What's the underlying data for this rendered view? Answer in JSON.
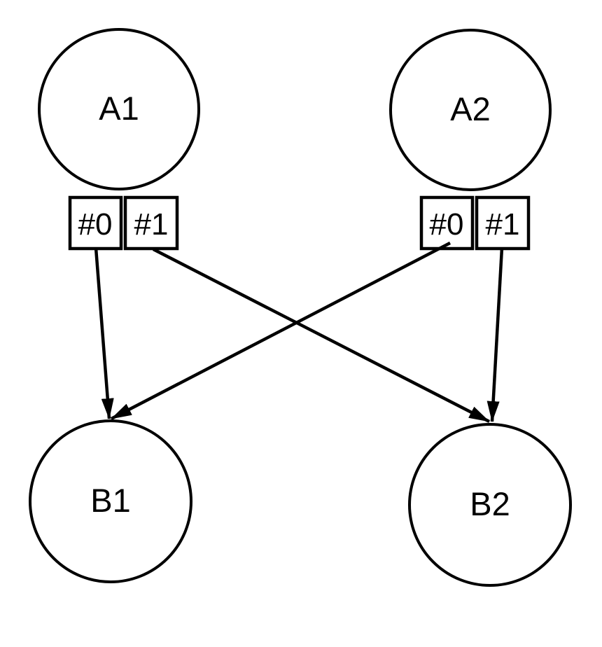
{
  "diagram": {
    "type": "directed-graph",
    "background_color": "#ffffff",
    "line_color": "#000000",
    "text_color": "#000000",
    "nodes": {
      "a1": {
        "label": "A1",
        "shape": "circle"
      },
      "a2": {
        "label": "A2",
        "shape": "circle"
      },
      "b1": {
        "label": "B1",
        "shape": "circle"
      },
      "b2": {
        "label": "B2",
        "shape": "circle"
      }
    },
    "ports": {
      "a1_0": {
        "owner": "A1",
        "label": "#0",
        "shape": "square"
      },
      "a1_1": {
        "owner": "A1",
        "label": "#1",
        "shape": "square"
      },
      "a2_0": {
        "owner": "A2",
        "label": "#0",
        "shape": "square"
      },
      "a2_1": {
        "owner": "A2",
        "label": "#1",
        "shape": "square"
      }
    },
    "edges": [
      {
        "from": "A1:#0",
        "to": "B1",
        "arrow": "filled-triangle"
      },
      {
        "from": "A1:#1",
        "to": "B2",
        "arrow": "filled-triangle"
      },
      {
        "from": "A2:#0",
        "to": "B1",
        "arrow": "filled-triangle"
      },
      {
        "from": "A2:#1",
        "to": "B2",
        "arrow": "filled-triangle"
      }
    ]
  }
}
